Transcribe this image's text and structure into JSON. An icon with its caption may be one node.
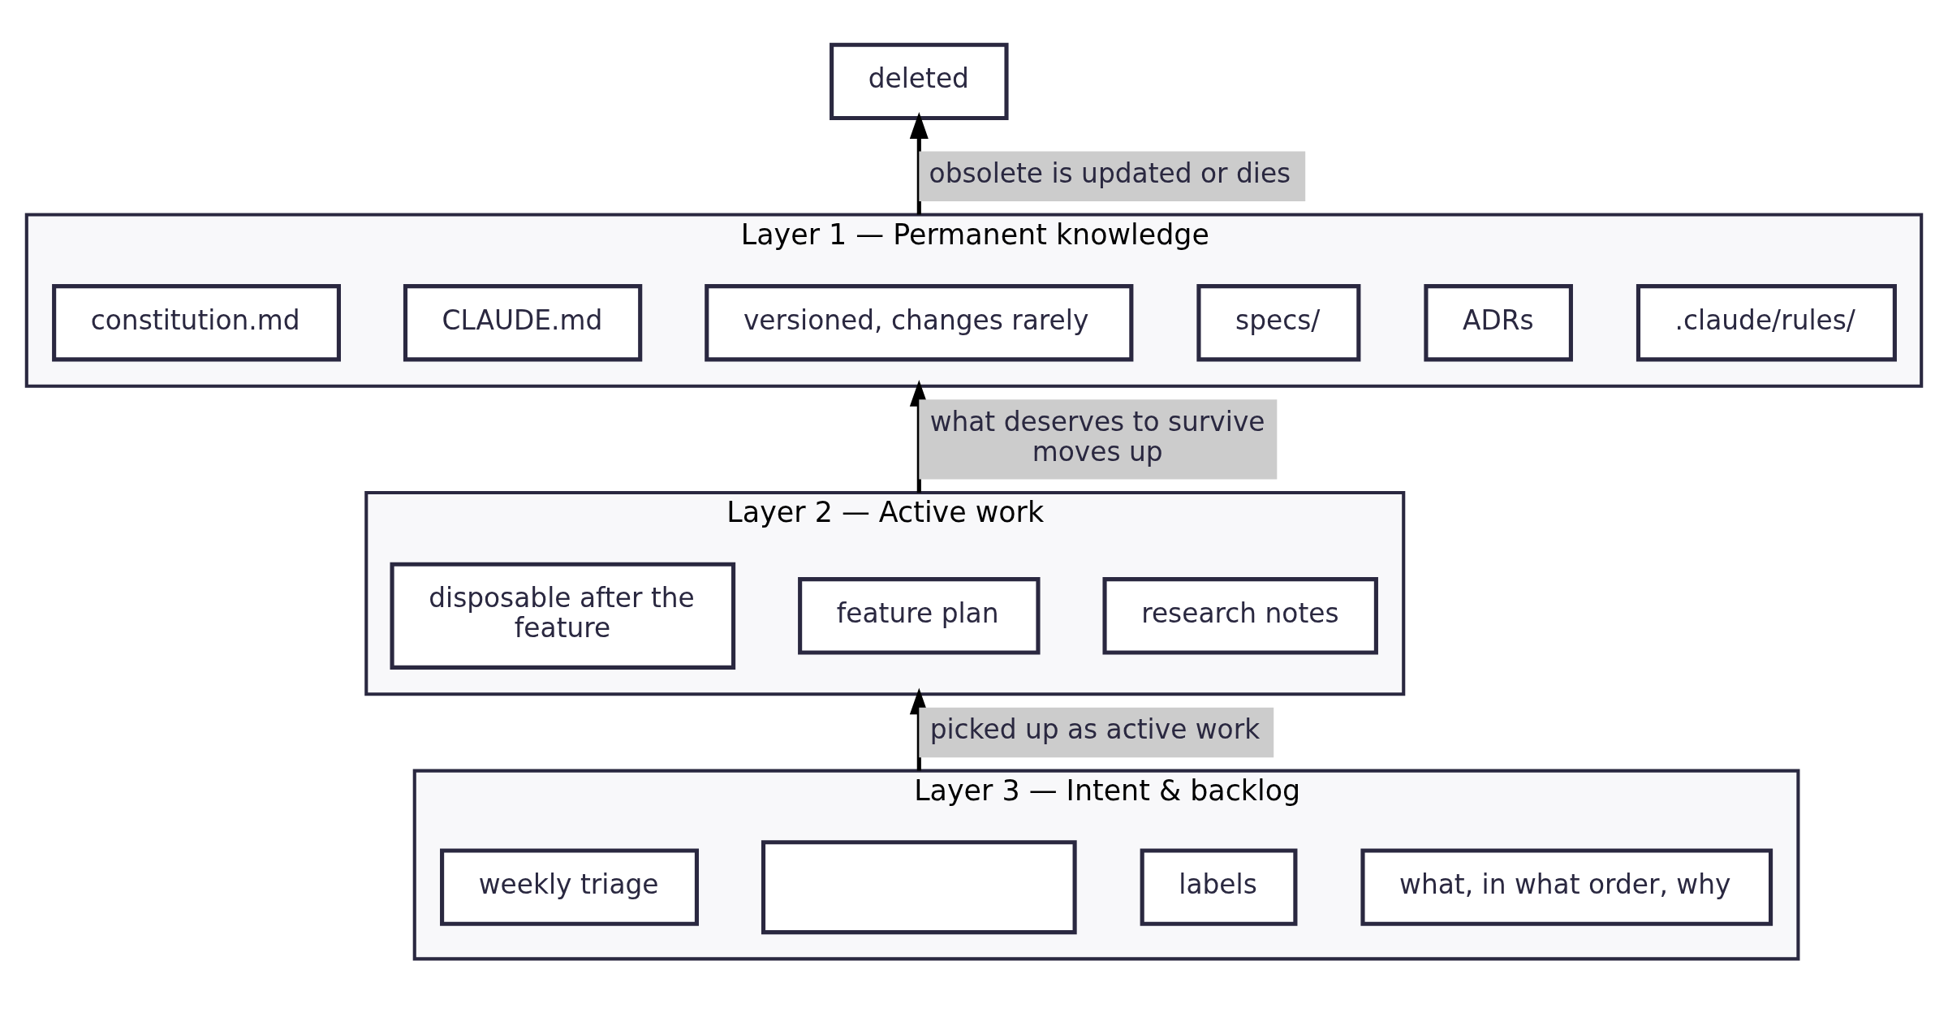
{
  "diagram": {
    "nodes": [
      {
        "text": [
          "deleted"
        ]
      },
      {
        "text": [
          "Layer 1 — Permanent knowledge"
        ]
      },
      {
        "text": [
          "constitution.md"
        ],
        "in": 1
      },
      {
        "text": [
          "CLAUDE.md"
        ],
        "in": 1
      },
      {
        "text": [
          "versioned, changes rarely"
        ],
        "in": 1
      },
      {
        "text": [
          "specs/"
        ],
        "in": 1
      },
      {
        "text": [
          "ADRs"
        ],
        "in": 1
      },
      {
        "text": [
          ".claude/rules/"
        ],
        "in": 1
      },
      {
        "text": [
          "Layer 2 — Active work"
        ]
      },
      {
        "text": [
          "disposable after the feature"
        ],
        "in": 8
      },
      {
        "text": [
          "feature plan"
        ],
        "in": 8
      },
      {
        "text": [
          "research notes"
        ],
        "in": 8
      },
      {
        "text": [
          "Layer 3 — Intent & backlog"
        ]
      },
      {
        "text": [
          "weekly triage"
        ],
        "in": 12
      },
      {
        "text": [],
        "shape": "box",
        "in": 12
      },
      {
        "text": [
          "labels"
        ],
        "in": 12
      },
      {
        "text": [
          "what, in what order, why"
        ],
        "in": 12
      }
    ],
    "edges": [
      {
        "from": 1,
        "to": 0,
        "arrow": "to",
        "label": "obsolete is updated or dies"
      },
      {
        "from": 8,
        "to": 1,
        "arrow": "to",
        "label": "what deserves to survive moves up"
      },
      {
        "from": 12,
        "to": 8,
        "arrow": "to",
        "label": "picked up as active work"
      }
    ]
  }
}
